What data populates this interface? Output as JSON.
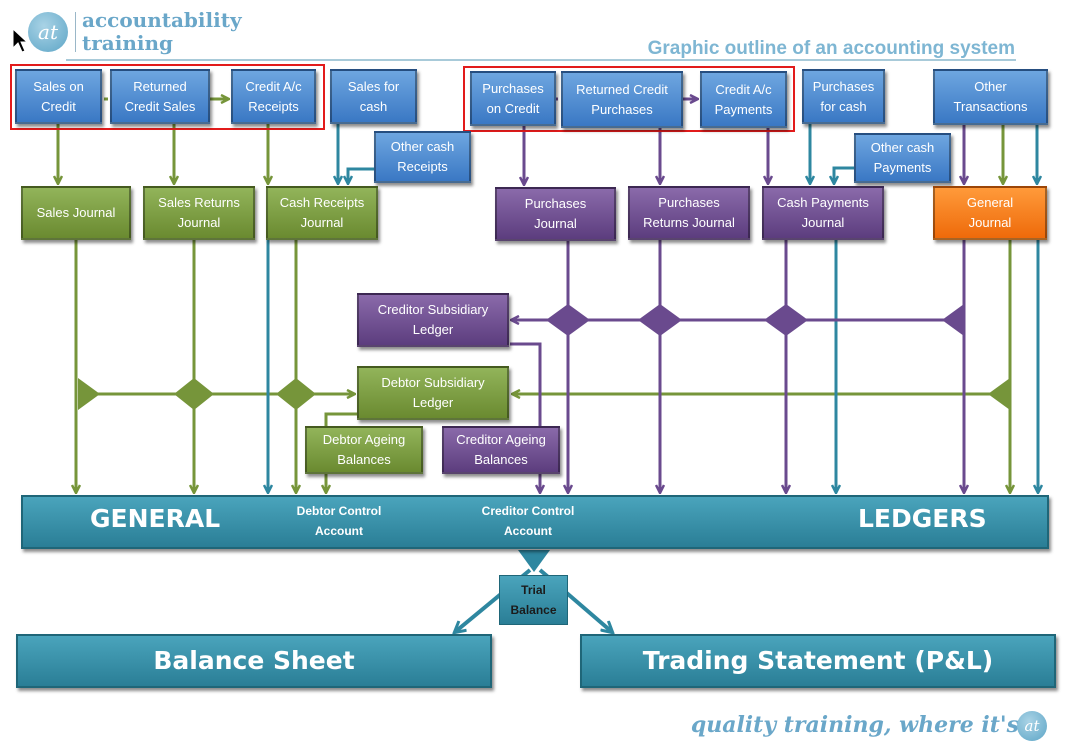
{
  "header": {
    "brand_mark": "at",
    "brand_line1": "accountability",
    "brand_line2": "training",
    "title": "Graphic outline of an accounting system"
  },
  "sources": {
    "sales_on_credit": "Sales on\nCredit",
    "returned_credit_sales": "Returned\nCredit Sales",
    "credit_receipts": "Credit A/c\nReceipts",
    "sales_for_cash": "Sales for\ncash",
    "other_cash_receipts": "Other cash\nReceipts",
    "purchases_on_credit": "Purchases\non Credit",
    "returned_credit_purchases": "Returned Credit\nPurchases",
    "credit_payments": "Credit A/c\nPayments",
    "purchases_for_cash": "Purchases\nfor cash",
    "other_cash_payments": "Other cash\nPayments",
    "other_transactions": "Other\nTransactions"
  },
  "journals": {
    "sales_journal": "Sales Journal",
    "sales_returns_journal": "Sales  Returns\nJournal",
    "cash_receipts_journal": "Cash Receipts\nJournal",
    "purchases_journal": "Purchases\nJournal",
    "purchases_returns_journal": "Purchases\nReturns Journal",
    "cash_payments_journal": "Cash Payments\nJournal",
    "general_journal": "General\nJournal"
  },
  "subsidiary": {
    "creditor_ledger": "Creditor Subsidiary\nLedger",
    "debtor_ledger": "Debtor Subsidiary\nLedger",
    "debtor_ageing": "Debtor Ageing\nBalances",
    "creditor_ageing": "Creditor Ageing\nBalances"
  },
  "ledgers": {
    "general": "GENERAL",
    "ledgers": "LEDGERS",
    "debtor_control": "Debtor Control\nAccount",
    "creditor_control": "Creditor Control\nAccount"
  },
  "outputs": {
    "trial_balance": "Trial\nBalance",
    "balance_sheet": "Balance Sheet",
    "trading_statement": "Trading Statement (P&L)"
  },
  "footer": {
    "tagline": "quality training, where it's",
    "mark": "at"
  },
  "colors": {
    "sales_green": "#76953a",
    "purchases_purple": "#6a4a8e",
    "cash_teal": "#2e87a0",
    "source_blue": "#4a86cc",
    "general_orange": "#f07818",
    "highlight_red": "#e21b1b"
  }
}
